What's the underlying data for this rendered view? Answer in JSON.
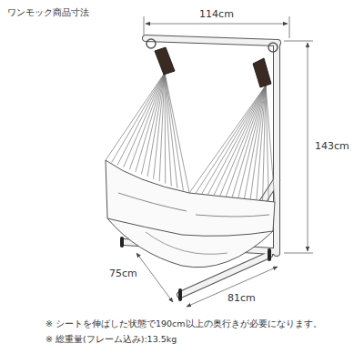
{
  "diagram": {
    "title": "ワンモック商品寸法",
    "labels": [
      "114cm",
      "143cm",
      "75cm",
      "81cm",
      "※ シートを伸ばした状態で190cm以上の奥行きが必要になります。",
      "※ 総重量(フレーム込み):13.5kg"
    ]
  }
}
